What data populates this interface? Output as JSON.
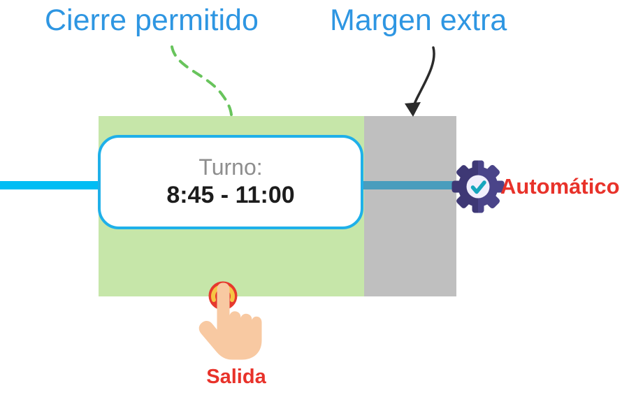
{
  "diagram": {
    "top_labels": {
      "cierre": "Cierre permitido",
      "margen": "Margen extra"
    },
    "shift": {
      "label": "Turno:",
      "time": "8:45 - 11:00",
      "start": "8:45",
      "end": "11:00"
    },
    "annotations": {
      "automatico": "Automático",
      "salida": "Salida"
    },
    "zones": {
      "allowed_close_color": "#c6e6a9",
      "extra_margin_color": "#bfbfbf"
    },
    "timeline": {
      "left_segment_color": "#00bdf4",
      "right_segment_color": "#4a9dbd"
    },
    "colors": {
      "label_blue": "#2e96e2",
      "label_red": "#e8322a",
      "box_border": "#1fb0e9",
      "shift_label_gray": "#8e8e8e",
      "dashed_connector_green": "#68c45c",
      "arrow_black": "#2b2b2b",
      "gear_dark": "#3e3875",
      "gear_light": "#4a4489",
      "gear_circle": "#f1effc",
      "check_teal": "#16a6bd",
      "touch_circle_red": "#e6392e",
      "touch_arc_yellow": "#f6c545",
      "hand_skin": "#f8c9a2"
    }
  }
}
